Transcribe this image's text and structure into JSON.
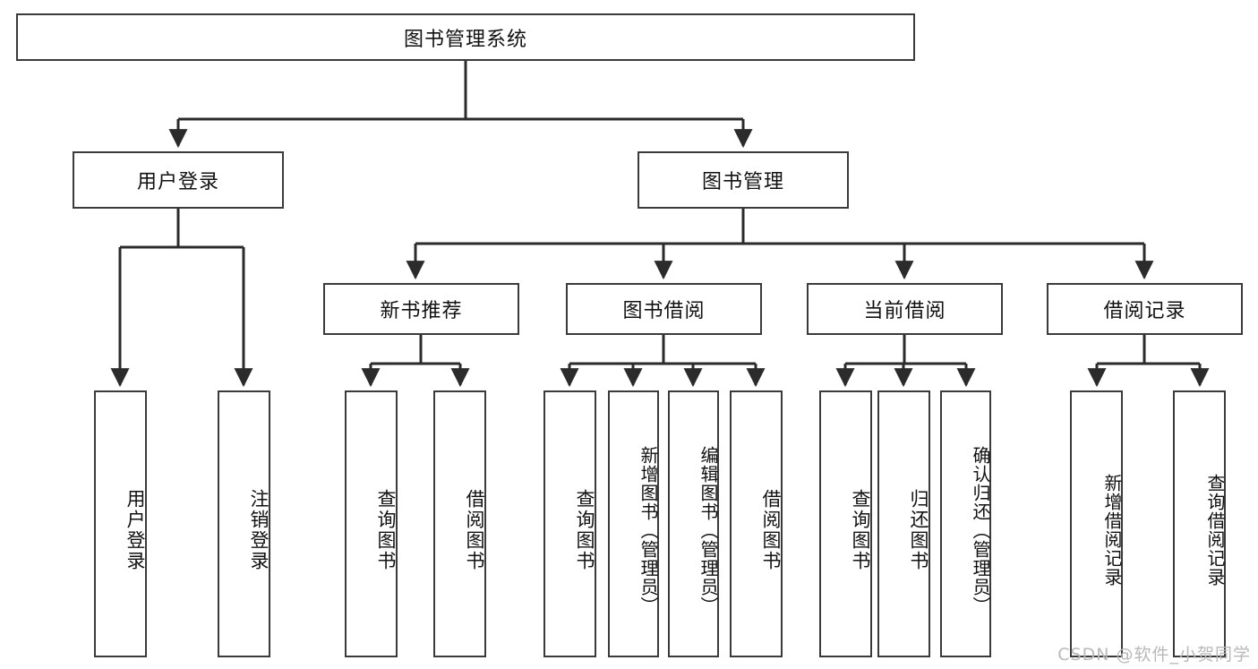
{
  "diagram": {
    "type": "tree",
    "title": "图书管理系统",
    "orientation": "top-down",
    "colors": {
      "box_border": "#3a3a3a",
      "box_fill": "#ffffff",
      "edge": "#2b2b2b",
      "text": "#111111",
      "watermark": "#b9b9b9"
    },
    "root": {
      "label": "图书管理系统"
    },
    "level2": [
      {
        "id": "user-login",
        "label": "用户登录"
      },
      {
        "id": "book-manage",
        "label": "图书管理"
      }
    ],
    "level3": [
      {
        "id": "new-book-recommend",
        "label": "新书推荐"
      },
      {
        "id": "book-borrow",
        "label": "图书借阅"
      },
      {
        "id": "current-borrow",
        "label": "当前借阅"
      },
      {
        "id": "borrow-record",
        "label": "借阅记录"
      }
    ],
    "leaves": {
      "user_login": [
        {
          "id": "leaf-user-login",
          "label": "用户登录"
        },
        {
          "id": "leaf-logout-login",
          "label": "注销登录"
        }
      ],
      "new_book_recommend": [
        {
          "id": "leaf-query-book-1",
          "label": "查询图书"
        },
        {
          "id": "leaf-borrow-book-1",
          "label": "借阅图书"
        }
      ],
      "book_borrow": [
        {
          "id": "leaf-query-book-2",
          "label": "查询图书"
        },
        {
          "id": "leaf-add-book",
          "label": "新增图书（管理员）"
        },
        {
          "id": "leaf-edit-book",
          "label": "编辑图书（管理员）"
        },
        {
          "id": "leaf-borrow-book-2",
          "label": "借阅图书"
        }
      ],
      "current_borrow": [
        {
          "id": "leaf-query-book-3",
          "label": "查询图书"
        },
        {
          "id": "leaf-return-book",
          "label": "归还图书"
        },
        {
          "id": "leaf-confirm-return",
          "label": "确认归还（管理员）"
        }
      ],
      "borrow_record": [
        {
          "id": "leaf-add-record",
          "label": "新增借阅记录"
        },
        {
          "id": "leaf-query-record",
          "label": "查询借阅记录"
        }
      ]
    }
  },
  "watermark": {
    "text": "CSDN @软件_小贺同学"
  }
}
